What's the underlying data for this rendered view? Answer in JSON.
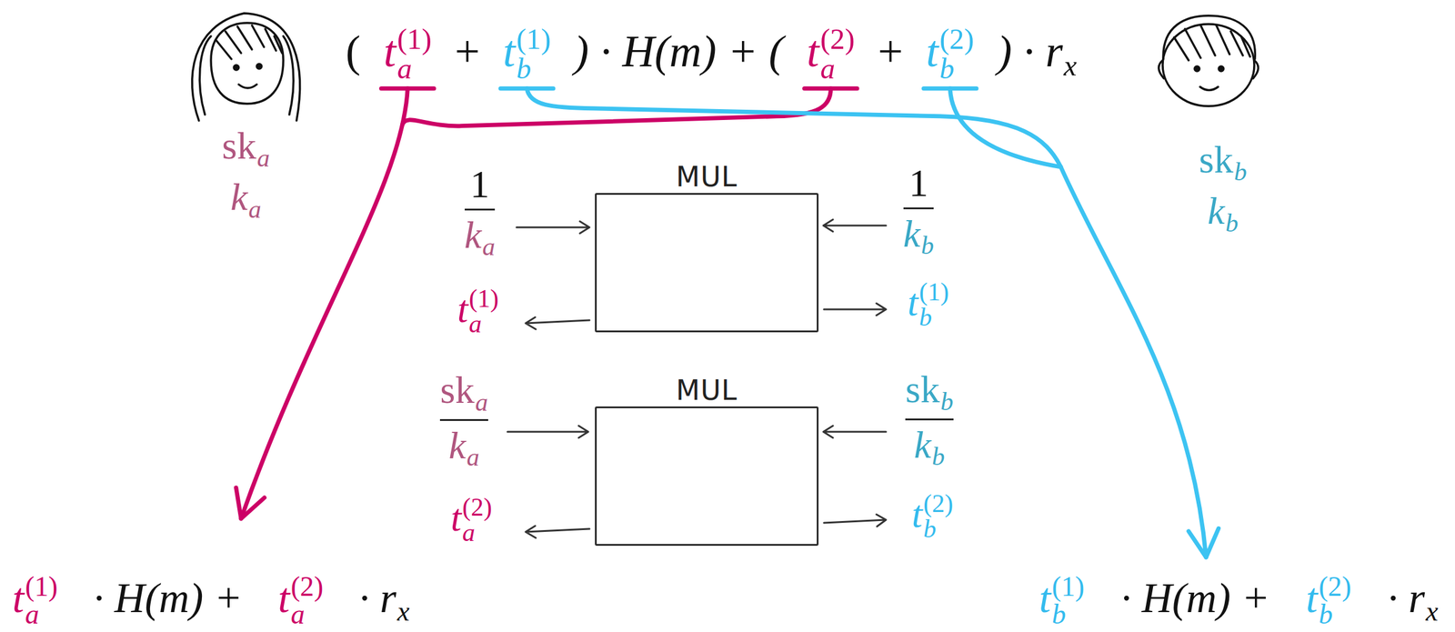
{
  "diagram": {
    "nodes": [
      {
        "text": [
          "MUL"
        ]
      },
      {
        "text": [
          "MUL"
        ]
      }
    ],
    "labels": [
      "(",
      "t",
      "(1)",
      "a",
      "+",
      "t",
      "(1)",
      "b",
      ") · H(m) + (",
      "t",
      "(2)",
      "a",
      "+",
      "t",
      "(2)",
      "b",
      ") · r",
      "x",
      "sk",
      "a",
      "k",
      "a",
      "sk",
      "b",
      "k",
      "b",
      "1",
      "k",
      "a",
      "1",
      "k",
      "b",
      "t",
      "(1)",
      "a",
      "t",
      "(1)",
      "b",
      "sk",
      "a",
      "k",
      "a",
      "sk",
      "b",
      "k",
      "b",
      "t",
      "(2)",
      "a",
      "t",
      "(2)",
      "b",
      "t",
      "(1)",
      "a",
      "· H(m) +",
      "t",
      "(2)",
      "a",
      "· r",
      "x",
      "t",
      "(1)",
      "b",
      "· H(m) +",
      "t",
      "(2)",
      "b",
      "· r",
      "x"
    ]
  }
}
